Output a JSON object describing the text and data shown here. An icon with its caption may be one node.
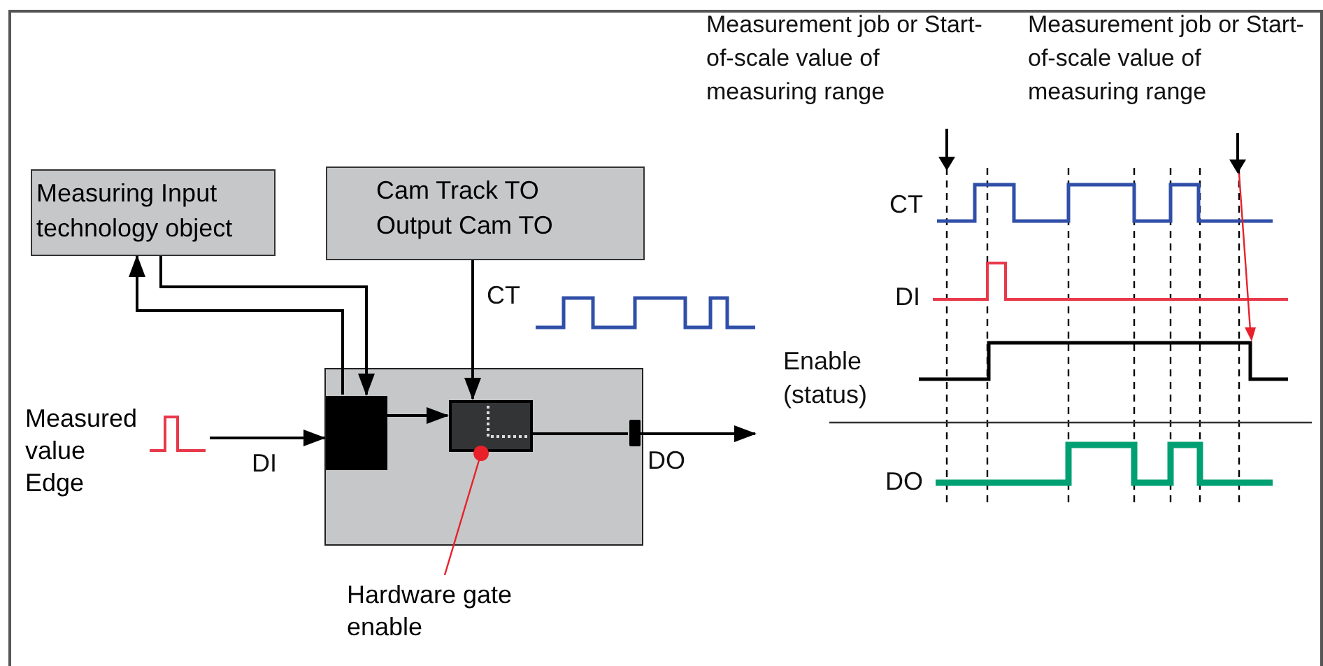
{
  "diagram": {
    "nodes": [
      {
        "text": [
          "Measuring Input technology object"
        ]
      },
      {
        "text": [
          "Cam Track TO Output Cam TO"
        ]
      },
      {
        "text": [],
        "shape": "box"
      },
      {
        "text": [],
        "shape": "box",
        "in": 2
      },
      {
        "text": [],
        "shape": "box",
        "in": 2
      },
      {
        "text": [],
        "shape": "bar",
        "in": 2
      },
      {
        "text": [
          "Measured value Edge"
        ]
      },
      {
        "text": [
          "Hardware gate enable"
        ]
      }
    ],
    "edges": [
      {
        "from": 0,
        "to": 3,
        "arrow": "to"
      },
      {
        "from": 3,
        "to": 0,
        "arrow": "to"
      },
      {
        "from": 1,
        "to": 4,
        "arrow": "to",
        "label": "CT"
      },
      {
        "from": 3,
        "to": 4,
        "arrow": "to"
      },
      {
        "from": 4,
        "to": 5,
        "arrow": "none"
      },
      {
        "from": 5,
        "to": null,
        "arrow": "to",
        "label": "DO"
      },
      {
        "from": 6,
        "to": 3,
        "arrow": "to",
        "label": "DI"
      },
      {
        "from": 7,
        "to": 4,
        "arrow": "other",
        "color": "#e8202a"
      }
    ],
    "labels": [
      "Measurement job or Start-of-scale value of measuring range",
      "Measurement job or Start-of-scale value of measuring range",
      "CT",
      "DI",
      "Enable (status)",
      "DO"
    ]
  }
}
